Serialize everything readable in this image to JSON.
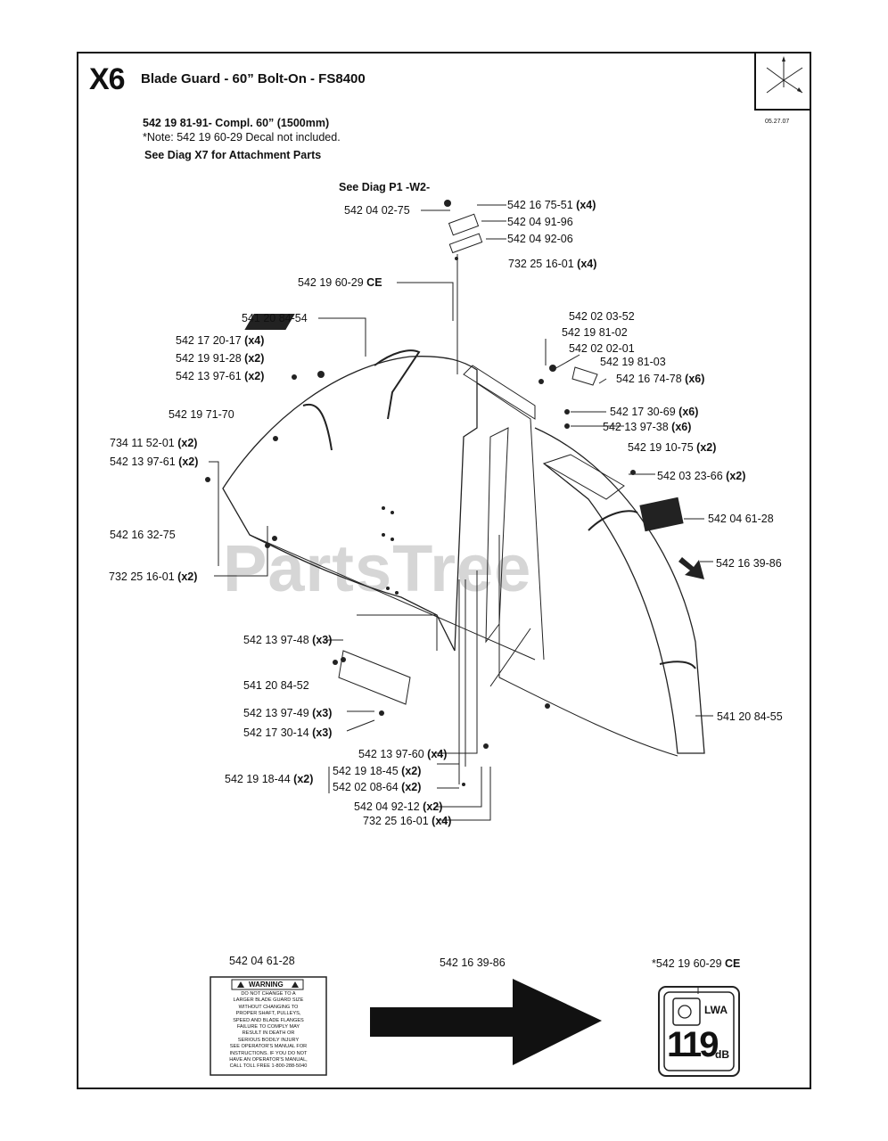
{
  "header": {
    "code": "X6",
    "title": "Blade Guard - 60” Bolt-On - FS8400",
    "date": "05.27.07"
  },
  "notes": {
    "line1": "542 19 81-91- Compl. 60” (1500mm)",
    "line2": "*Note: 542 19 60-29 Decal not included.",
    "line3": "See Diag X7 for Attachment Parts"
  },
  "top_ref": "See Diag P1 -W2-",
  "parts": [
    {
      "id": "p1",
      "num": "542 04 02-75",
      "qty": ""
    },
    {
      "id": "p2",
      "num": "542 16 75-51",
      "qty": "(x4)"
    },
    {
      "id": "p3",
      "num": "542 04 91-96",
      "qty": ""
    },
    {
      "id": "p4",
      "num": "542 04 92-06",
      "qty": ""
    },
    {
      "id": "p5",
      "num": "732 25 16-01",
      "qty": "(x4)"
    },
    {
      "id": "p6",
      "num": "542 19 60-29",
      "qty": "CE"
    },
    {
      "id": "p7",
      "num": "541 20 84-54",
      "qty": ""
    },
    {
      "id": "p8",
      "num": "542 02 03-52",
      "qty": ""
    },
    {
      "id": "p9",
      "num": "542 19 81-02",
      "qty": ""
    },
    {
      "id": "p10",
      "num": "542 02 02-01",
      "qty": ""
    },
    {
      "id": "p11",
      "num": "542 19 81-03",
      "qty": ""
    },
    {
      "id": "p12",
      "num": "542 17 20-17",
      "qty": "(x4)"
    },
    {
      "id": "p13",
      "num": "542 19 91-28",
      "qty": "(x2)"
    },
    {
      "id": "p14",
      "num": "542 13 97-61",
      "qty": "(x2)"
    },
    {
      "id": "p15",
      "num": "542 16 74-78",
      "qty": "(x6)"
    },
    {
      "id": "p16",
      "num": "542 19 71-70",
      "qty": ""
    },
    {
      "id": "p17",
      "num": "542 17 30-69",
      "qty": "(x6)"
    },
    {
      "id": "p18",
      "num": "542 13 97-38",
      "qty": "(x6)"
    },
    {
      "id": "p19",
      "num": "734 11 52-01",
      "qty": "(x2)"
    },
    {
      "id": "p20",
      "num": "542 19 10-75",
      "qty": "(x2)"
    },
    {
      "id": "p21",
      "num": "542 13 97-61",
      "qty": "(x2)"
    },
    {
      "id": "p22",
      "num": "542 03 23-66",
      "qty": "(x2)"
    },
    {
      "id": "p23",
      "num": "542 04 61-28",
      "qty": ""
    },
    {
      "id": "p24",
      "num": "542 16 32-75",
      "qty": ""
    },
    {
      "id": "p25",
      "num": "542 16 39-86",
      "qty": ""
    },
    {
      "id": "p26",
      "num": "732 25 16-01",
      "qty": "(x2)"
    },
    {
      "id": "p27",
      "num": "542 13 97-48",
      "qty": "(x3)"
    },
    {
      "id": "p28",
      "num": "541 20 84-52",
      "qty": ""
    },
    {
      "id": "p29",
      "num": "542 13 97-49",
      "qty": "(x3)"
    },
    {
      "id": "p30",
      "num": "542 17 30-14",
      "qty": "(x3)"
    },
    {
      "id": "p31",
      "num": "541 20 84-55",
      "qty": ""
    },
    {
      "id": "p32",
      "num": "542 13 97-60",
      "qty": "(x4)"
    },
    {
      "id": "p33",
      "num": "542 19 18-44",
      "qty": "(x2)"
    },
    {
      "id": "p34",
      "num": "542 19 18-45",
      "qty": "(x2)"
    },
    {
      "id": "p35",
      "num": "542 02 08-64",
      "qty": "(x2)"
    },
    {
      "id": "p36",
      "num": "542 04 92-12",
      "qty": "(x2)"
    },
    {
      "id": "p37",
      "num": "732 25 16-01",
      "qty": "(x4)"
    }
  ],
  "decals": {
    "warning_part": "542 04 61-28",
    "warning_title": "WARNING",
    "warning_lines": [
      "DO NOT CHANGE TO A",
      "LARGER BLADE GUARD SIZE",
      "WITHOUT CHANGING TO",
      "PROPER SHAFT, PULLEYS,",
      "SPEED AND BLADE FLANGES",
      "FAILURE TO COMPLY MAY",
      "RESULT IN DEATH OR",
      "SERIOUS BODILY INJURY",
      "SEE OPERATOR'S MANUAL FOR",
      "INSTRUCTIONS. IF YOU DO NOT",
      "HAVE AN OPERATOR'S MANUAL,",
      "CALL TOLL FREE 1-800-288-5040"
    ],
    "arrow_part": "542 16 39-86",
    "noise_part": "*542 19 60-29",
    "noise_part_suffix": "CE",
    "noise_unit": "LWA",
    "noise_value": "119",
    "noise_db": "dB"
  },
  "watermark": "PartsTree"
}
